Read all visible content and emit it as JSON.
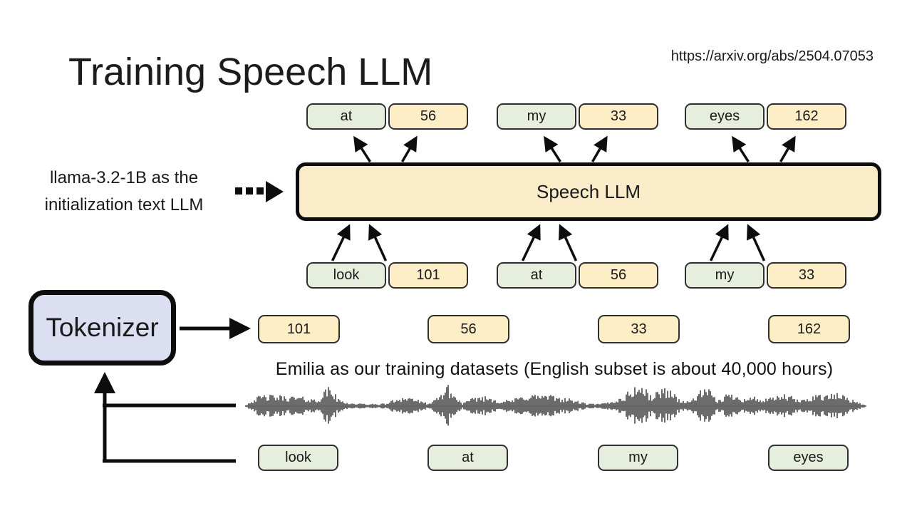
{
  "slide": {
    "title": "Training Speech LLM",
    "url": "https://arxiv.org/abs/2504.07053",
    "llama_note": {
      "line1": "llama-3.2-1B as the",
      "line2": "initialization text LLM"
    },
    "speech_llm_label": "Speech LLM",
    "tokenizer_label": "Tokenizer",
    "dataset_note": "Emilia as our training datasets (English subset is about 40,000 hours)"
  },
  "diagram": {
    "output_pairs": [
      {
        "word": "at",
        "token": "56"
      },
      {
        "word": "my",
        "token": "33"
      },
      {
        "word": "eyes",
        "token": "162"
      }
    ],
    "input_pairs": [
      {
        "word": "look",
        "token": "101"
      },
      {
        "word": "at",
        "token": "56"
      },
      {
        "word": "my",
        "token": "33"
      }
    ],
    "token_row": [
      "101",
      "56",
      "33",
      "162"
    ],
    "word_row": [
      "look",
      "at",
      "my",
      "eyes"
    ],
    "waveform_envelope": [
      [
        0.0,
        0.06
      ],
      [
        0.015,
        0.4
      ],
      [
        0.03,
        0.52
      ],
      [
        0.06,
        0.48
      ],
      [
        0.09,
        0.42
      ],
      [
        0.115,
        0.3
      ],
      [
        0.135,
        0.95
      ],
      [
        0.15,
        0.3
      ],
      [
        0.17,
        0.14
      ],
      [
        0.2,
        0.1
      ],
      [
        0.225,
        0.12
      ],
      [
        0.25,
        0.45
      ],
      [
        0.27,
        0.42
      ],
      [
        0.285,
        0.18
      ],
      [
        0.3,
        0.15
      ],
      [
        0.315,
        0.6
      ],
      [
        0.325,
        1.0
      ],
      [
        0.335,
        0.55
      ],
      [
        0.35,
        0.14
      ],
      [
        0.375,
        0.48
      ],
      [
        0.395,
        0.42
      ],
      [
        0.41,
        0.25
      ],
      [
        0.43,
        0.3
      ],
      [
        0.45,
        0.52
      ],
      [
        0.47,
        0.55
      ],
      [
        0.49,
        0.5
      ],
      [
        0.51,
        0.42
      ],
      [
        0.53,
        0.28
      ],
      [
        0.55,
        0.12
      ],
      [
        0.57,
        0.1
      ],
      [
        0.59,
        0.22
      ],
      [
        0.61,
        0.45
      ],
      [
        0.625,
        0.9
      ],
      [
        0.64,
        0.95
      ],
      [
        0.655,
        0.45
      ],
      [
        0.67,
        0.85
      ],
      [
        0.685,
        0.8
      ],
      [
        0.7,
        0.3
      ],
      [
        0.715,
        0.2
      ],
      [
        0.73,
        0.65
      ],
      [
        0.745,
        0.85
      ],
      [
        0.76,
        0.25
      ],
      [
        0.775,
        0.55
      ],
      [
        0.79,
        0.6
      ],
      [
        0.805,
        0.35
      ],
      [
        0.82,
        0.45
      ],
      [
        0.835,
        0.3
      ],
      [
        0.85,
        0.4
      ],
      [
        0.865,
        0.55
      ],
      [
        0.88,
        0.45
      ],
      [
        0.895,
        0.25
      ],
      [
        0.91,
        0.45
      ],
      [
        0.925,
        0.6
      ],
      [
        0.94,
        0.5
      ],
      [
        0.955,
        0.6
      ],
      [
        0.97,
        0.45
      ],
      [
        0.985,
        0.2
      ],
      [
        1.0,
        0.06
      ]
    ]
  },
  "colors": {
    "word_box_fill": "#e6efdd",
    "token_box_fill": "#fdeec6",
    "speech_llm_fill": "#faecc8",
    "tokenizer_fill": "#dcdff2",
    "box_border": "#2f2f2f",
    "line_black": "#0d0d0d",
    "waveform_gray": "#5f5f5f",
    "text": "#1a1a1a"
  }
}
